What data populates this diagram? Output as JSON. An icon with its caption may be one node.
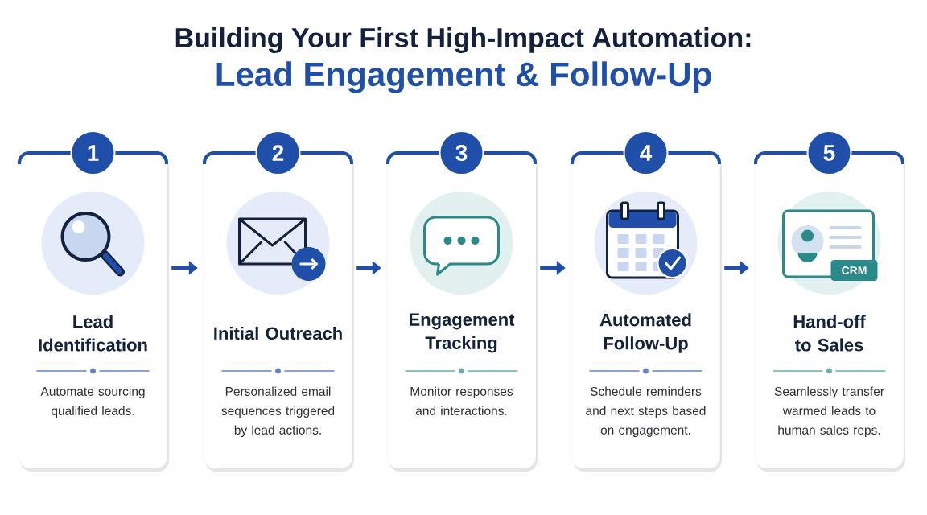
{
  "diagram": {
    "title": "Building Your First High-Impact Automation:",
    "nodes": [
      {
        "text": [
          "1",
          "Lead Identification",
          "Automate sourcing qualified leads."
        ]
      },
      {
        "text": [
          "2",
          "Initial Outreach",
          "Personalized email sequences triggered by lead actions."
        ]
      },
      {
        "text": [
          "3",
          "Engagement Tracking",
          "Monitor responses and interactions."
        ]
      },
      {
        "text": [
          "4",
          "Automated Follow-Up",
          "Schedule reminders and next steps based on engagement."
        ]
      },
      {
        "text": [
          "5",
          "Hand-off to Sales",
          "Seamlessly transfer warmed leads to human sales reps."
        ]
      }
    ],
    "edges": [
      {
        "from": 0,
        "to": 1,
        "arrow": "to"
      },
      {
        "from": 1,
        "to": 2,
        "arrow": "to"
      },
      {
        "from": 2,
        "to": 3,
        "arrow": "to"
      },
      {
        "from": 3,
        "to": 4,
        "arrow": "to"
      }
    ],
    "labels": [
      "Lead Engagement & Follow-Up",
      "CRM"
    ]
  }
}
